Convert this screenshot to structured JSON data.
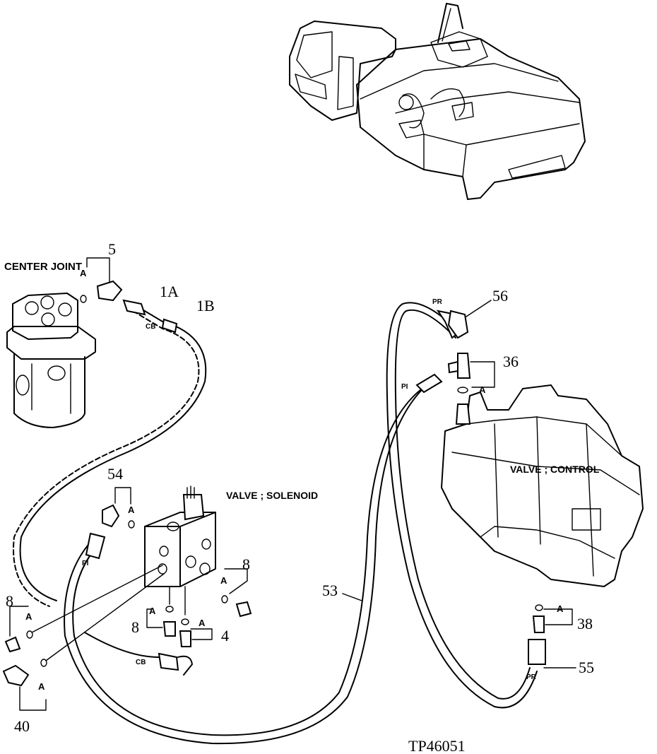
{
  "figure_id": "TP46051",
  "components": {
    "center_joint": "CENTER JOINT",
    "valve_solenoid": "VALVE ; SOLENOID",
    "valve_control": "VALVE ; CONTROL"
  },
  "part_numbers": {
    "p5": "5",
    "p1a": "1A",
    "p1b": "1B",
    "p56": "56",
    "p36": "36",
    "p54": "54",
    "p53": "53",
    "p8": "8",
    "p4": "4",
    "p38": "38",
    "p55": "55",
    "p40": "40"
  },
  "port_codes": {
    "a": "A",
    "cb": "CB",
    "pr": "PR",
    "pi": "PI"
  }
}
